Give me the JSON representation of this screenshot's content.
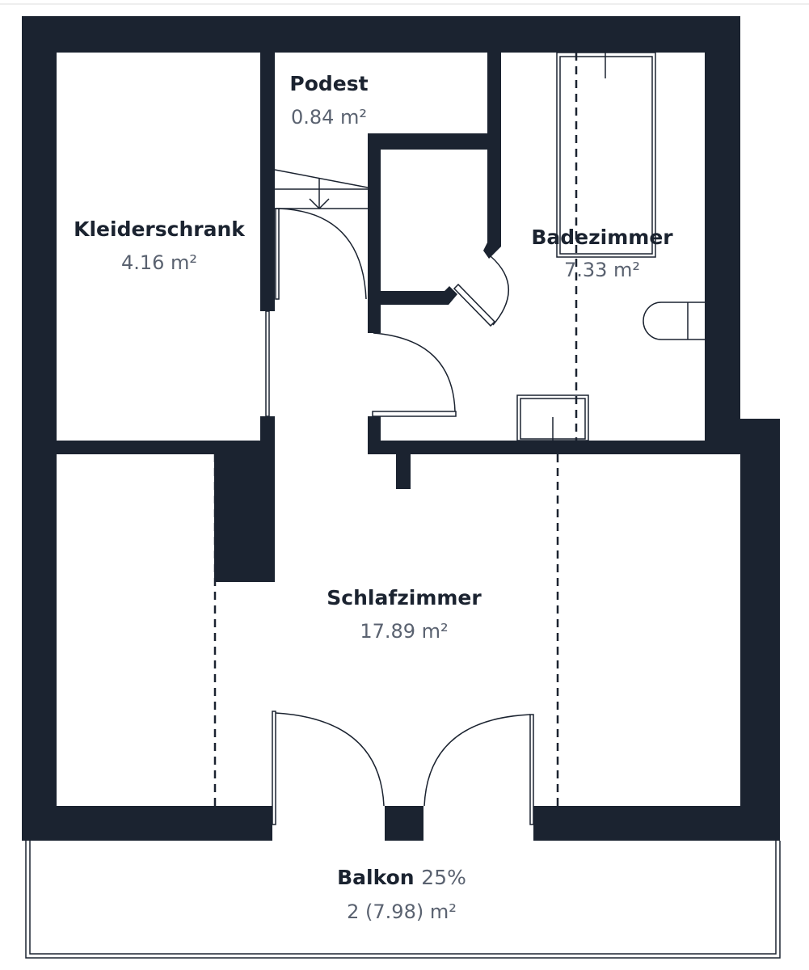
{
  "colors": {
    "wall": "#1b2330",
    "area_text": "#5a6270"
  },
  "rooms": [
    {
      "name": "Kleiderschrank",
      "area": "4.16 m²"
    },
    {
      "name": "Podest",
      "area": "0.84 m²"
    },
    {
      "name": "Badezimmer",
      "area": "7.33 m²"
    },
    {
      "name": "Schlafzimmer",
      "area": "17.89 m²"
    }
  ],
  "balcony": {
    "name": "Balkon",
    "share": "25%",
    "area": "2 (7.98) m²"
  }
}
